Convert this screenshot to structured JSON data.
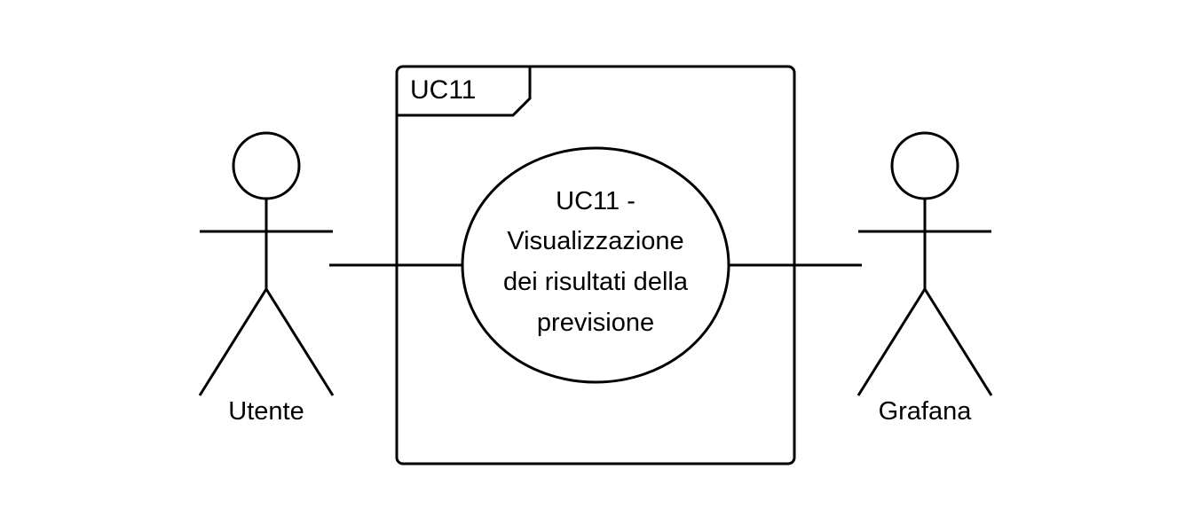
{
  "diagram": {
    "frame": {
      "label": "UC11"
    },
    "use_case": {
      "lines": [
        "UC11 -",
        "Visualizzazione",
        "dei risultati della",
        "previsione"
      ]
    },
    "actors": [
      {
        "name": "Utente"
      },
      {
        "name": "Grafana"
      }
    ],
    "colors": {
      "stroke": "#000000",
      "background": "#ffffff"
    }
  }
}
